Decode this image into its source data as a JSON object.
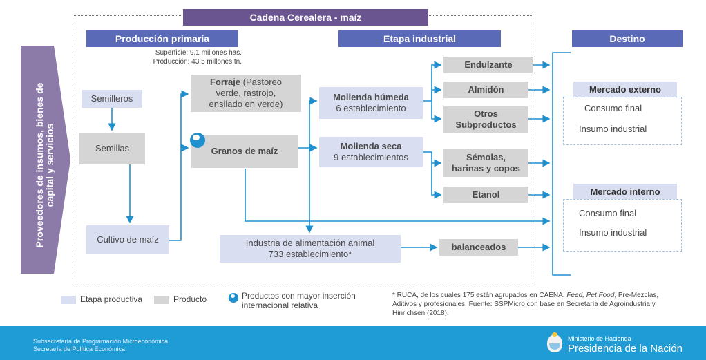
{
  "title": "Cadena Cerealera - maíz",
  "headers": {
    "produccion_primaria": "Producción primaria",
    "etapa_industrial": "Etapa industrial",
    "destino": "Destino"
  },
  "primaria_stats": {
    "superficie": "Superficie: 9,1 millones has.",
    "produccion": "Producción: 43,5 millones tn."
  },
  "sidebar_text": "Proveedores de insumos, bienes de capital y servicios",
  "nodes": {
    "semilleros": "Semilleros",
    "semillas": "Semillas",
    "cultivo": "Cultivo de maíz",
    "forraje_bold": "Forraje",
    "forraje_rest_1": " (Pastoreo",
    "forraje_rest_2": "verde, rastrojo,",
    "forraje_rest_3": "ensilado en verde)",
    "granos": "Granos de maíz",
    "molienda_humeda_title": "Molienda húmeda",
    "molienda_humeda_sub": "6 establecimiento",
    "molienda_seca_title": "Molienda seca",
    "molienda_seca_sub": "9 establecimientos",
    "industria_line1": "Industria de alimentación animal",
    "industria_line2": "733 establecimiento*",
    "endulzante": "Endulzante",
    "almidon": "Almidón",
    "otros_line1": "Otros",
    "otros_line2": "Subproductos",
    "semolas_line1": "Sémolas,",
    "semolas_line2": "harinas y copos",
    "etanol": "Etanol",
    "balanceados": "balanceados"
  },
  "destino": {
    "externo": {
      "title": "Mercado externo",
      "items": [
        "Consumo final",
        "Insumo industrial"
      ]
    },
    "interno": {
      "title": "Mercado interno",
      "items": [
        "Consumo final",
        "Insumo industrial"
      ]
    }
  },
  "legend": {
    "etapa": "Etapa productiva",
    "producto": "Producto",
    "insercion_line1": "Productos con mayor inserción",
    "insercion_line2": "internacional relativa"
  },
  "footnote": {
    "line1_a": "* RUCA, de los cuales 175 están agrupados en CAENA. ",
    "line1_feed": "Feed, Pet Food",
    "line1_b": ", Pre-Mezclas,",
    "line2": "Aditivos y profesionales. Fuente: SSPMicro con base en Secretaría de Agroindustria y",
    "line3": "Hinrichsen (2018)."
  },
  "footer": {
    "left_line1": "Subsecretaría de Programación Microeconómica",
    "left_line2": "Secretaría de Política Económica",
    "right_line1": "Ministerio de Hacienda",
    "right_line2": "Presidencia de la Nación"
  },
  "colors": {
    "header_blue": "#5b6ab7",
    "title_purple": "#6b5591",
    "stage_fill": "#d9def0",
    "product_fill": "#d5d5d5",
    "arrow_blue": "#1f8fce",
    "footer_blue": "#1f9bd6"
  }
}
